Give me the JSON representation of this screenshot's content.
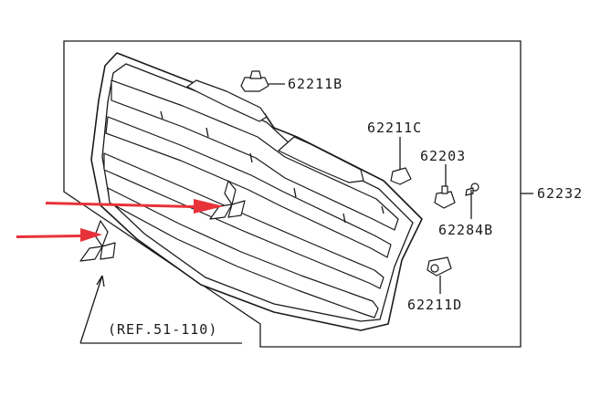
{
  "parts": {
    "clip_top": "62211B",
    "clip_right": "62211C",
    "clip_bottom": "62211D",
    "fastener": "62203",
    "screw": "62284B",
    "grille_assembly": "62232"
  },
  "reference": "(REF.51-110)",
  "colors": {
    "line": "#1a1a1a",
    "arrow": "#e8323a"
  }
}
